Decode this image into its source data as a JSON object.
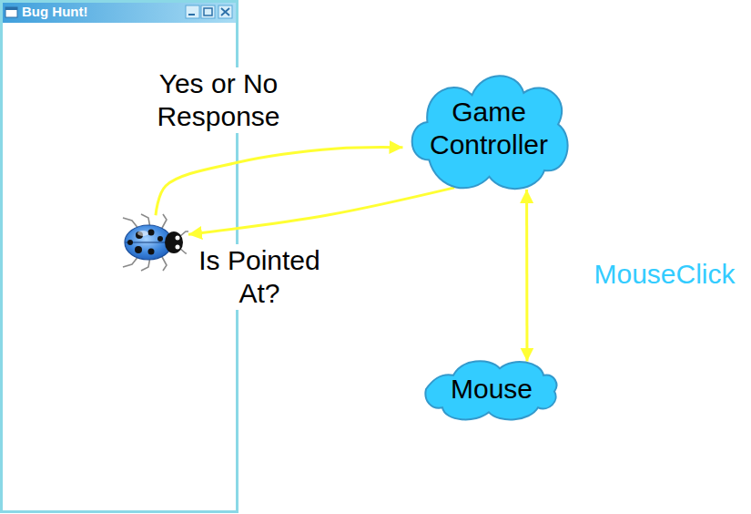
{
  "diagram": {
    "nodes": [
      {
        "text": [
          "Bug Hunt!"
        ]
      },
      {
        "text": [
          "Game Controller"
        ]
      },
      {
        "text": [
          "Mouse"
        ]
      }
    ],
    "edges": [
      {
        "from": 0,
        "to": 1,
        "arrow": "to",
        "label": "Yes or No Response"
      },
      {
        "from": 1,
        "to": 0,
        "arrow": "to",
        "label": "Is Pointed At?"
      },
      {
        "from": 1,
        "to": 2,
        "arrow": "both",
        "label": "MouseClick"
      }
    ]
  }
}
